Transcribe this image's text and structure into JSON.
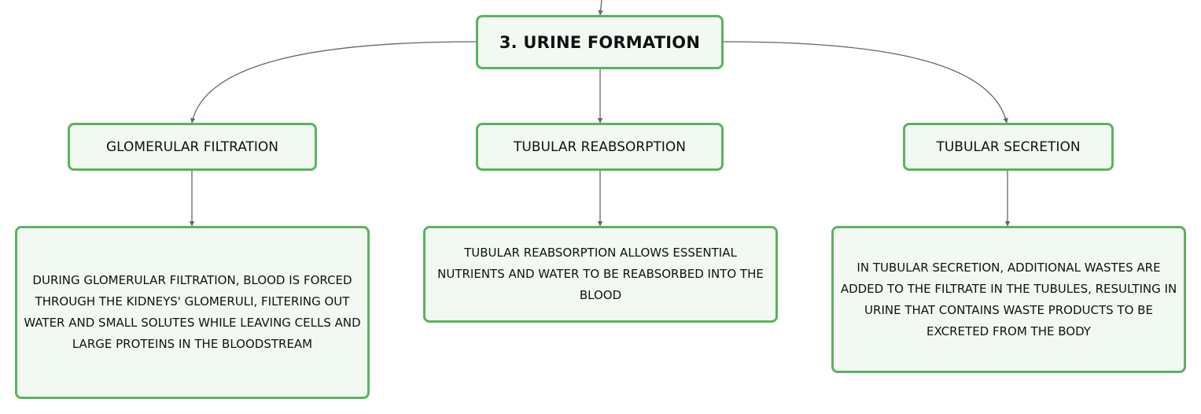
{
  "colors": {
    "node_border": "#5bb35e",
    "node_fill": "#f2f9f3",
    "connector": "#666666",
    "text": "#111111"
  },
  "root": {
    "label": "3. URINE FORMATION"
  },
  "branches": [
    {
      "label": "GLOMERULAR FILTRATION",
      "detail": "DURING GLOMERULAR FILTRATION, BLOOD IS FORCED THROUGH THE KIDNEYS' GLOMERULI, FILTERING OUT WATER AND SMALL SOLUTES WHILE LEAVING CELLS AND LARGE PROTEINS IN THE BLOODSTREAM"
    },
    {
      "label": "TUBULAR REABSORPTION",
      "detail": "TUBULAR REABSORPTION ALLOWS ESSENTIAL NUTRIENTS AND WATER TO BE REABSORBED INTO THE BLOOD"
    },
    {
      "label": "TUBULAR SECRETION",
      "detail": "IN TUBULAR SECRETION, ADDITIONAL WASTES ARE ADDED TO THE FILTRATE IN THE TUBULES, RESULTING IN URINE THAT CONTAINS WASTE PRODUCTS TO BE EXCRETED FROM THE BODY"
    }
  ]
}
